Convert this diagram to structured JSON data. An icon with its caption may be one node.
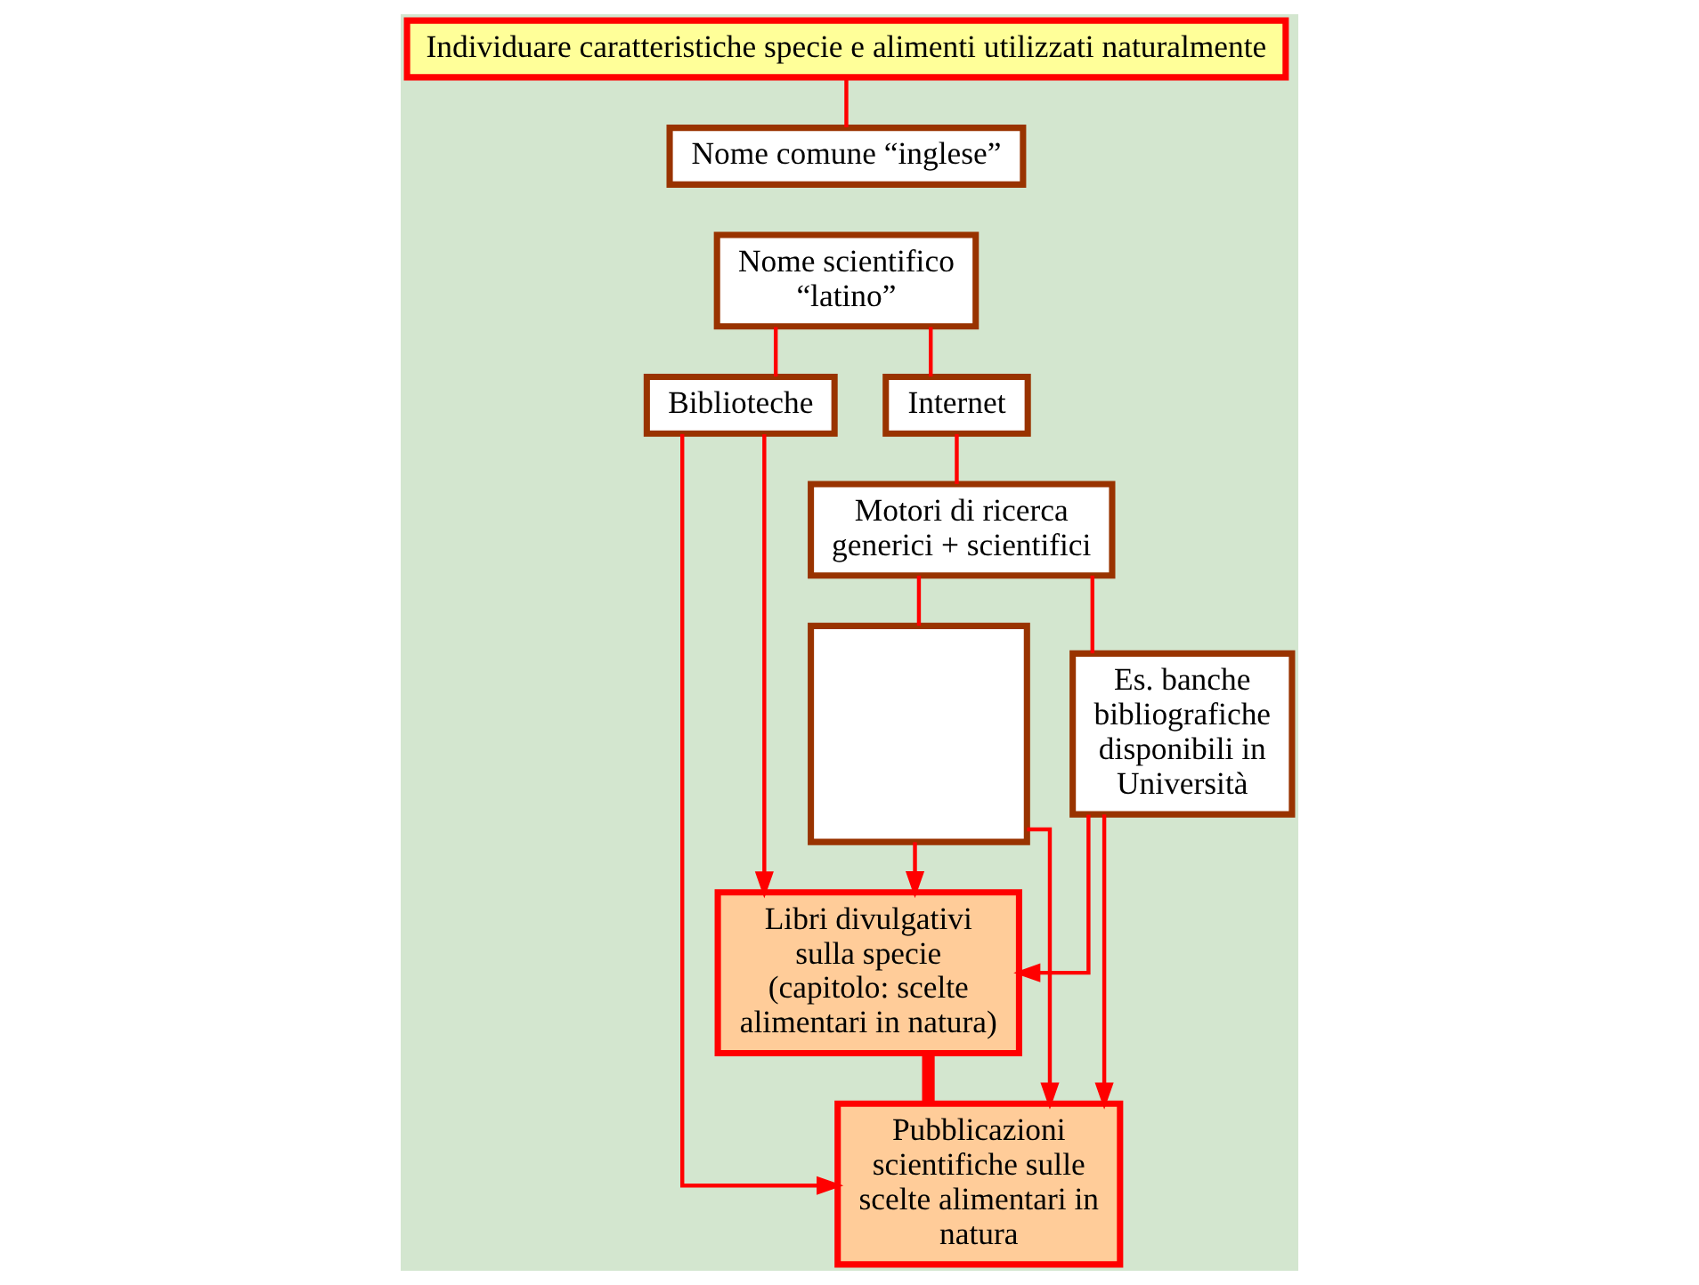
{
  "diagram": {
    "nodes": [
      {
        "text": [
          "Individuare caratteristiche specie e alimenti utilizzati naturalmente"
        ]
      },
      {
        "text": [
          "Nome comune “inglese”"
        ]
      },
      {
        "text": [
          "Nome scientifico “latino”"
        ]
      },
      {
        "text": [
          "Internet"
        ]
      },
      {
        "text": [
          "Biblioteche"
        ]
      },
      {
        "text": [
          "Motori di ricerca generici + scientifici"
        ]
      },
      {
        "text": [
          "Libri divulgativi sulla specie (capitolo: scelte alimentari in natura)"
        ]
      },
      {
        "text": [],
        "shape": "box"
      },
      {
        "text": [
          "Es. banche bibliografiche disponibili in Università"
        ]
      },
      {
        "text": [
          "Pubblicazioni scientifiche sulle scelte alimentari in natura"
        ]
      }
    ],
    "edges": [
      {
        "from": 0,
        "to": 1,
        "arrow": "none"
      },
      {
        "from": 2,
        "to": 3,
        "arrow": "none"
      },
      {
        "from": 2,
        "to": 4,
        "arrow": "none"
      },
      {
        "from": 3,
        "to": 5,
        "arrow": "none"
      },
      {
        "from": 5,
        "to": 7,
        "arrow": "none"
      },
      {
        "from": 5,
        "to": 8,
        "arrow": "none"
      },
      {
        "from": 4,
        "to": 6,
        "arrow": "to"
      },
      {
        "from": 4,
        "to": 9,
        "arrow": "to"
      },
      {
        "from": 7,
        "to": 6,
        "arrow": "to"
      },
      {
        "from": 7,
        "to": 9,
        "arrow": "to"
      },
      {
        "from": 8,
        "to": 6,
        "arrow": "to"
      },
      {
        "from": 8,
        "to": 9,
        "arrow": "to"
      },
      {
        "from": 6,
        "to": 9,
        "arrow": "none",
        "style": "thick"
      }
    ]
  }
}
